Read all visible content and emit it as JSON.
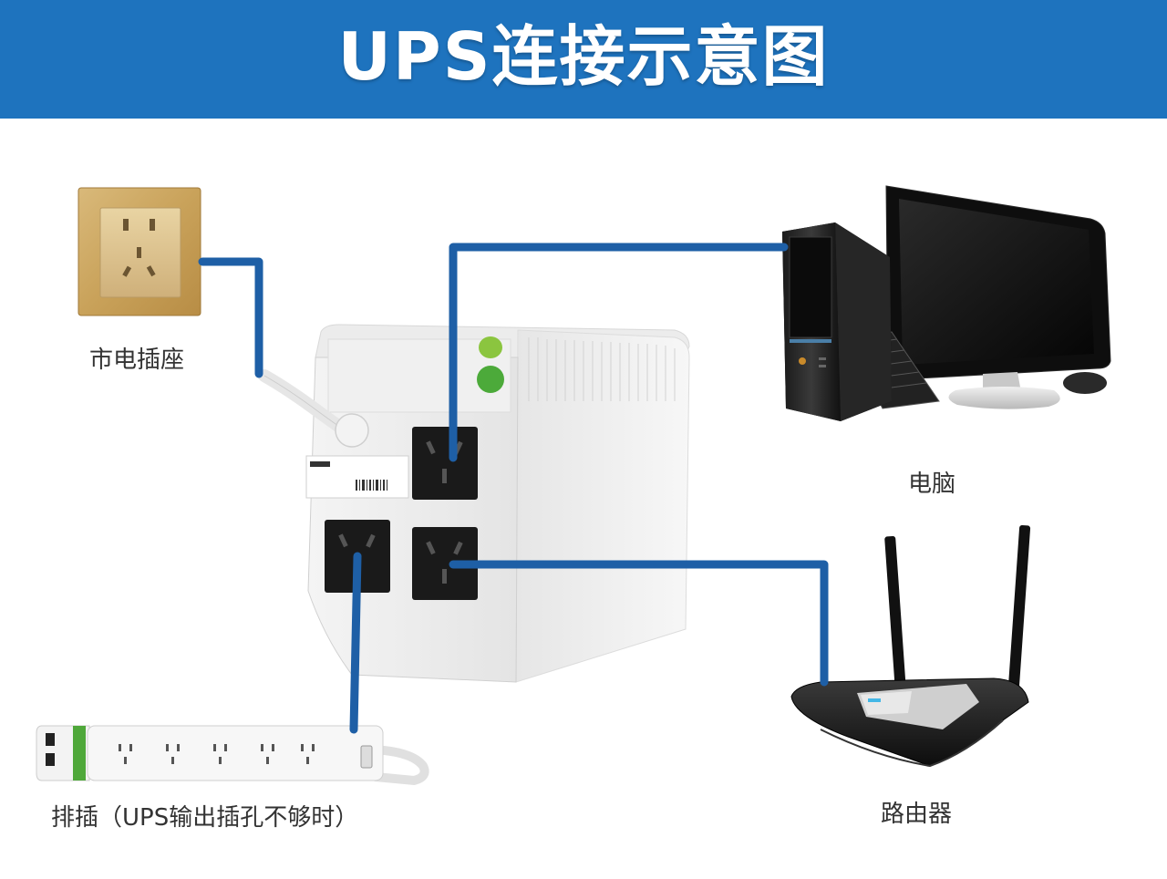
{
  "header": {
    "title": "UPS连接示意图"
  },
  "labels": {
    "wall_socket": "市电插座",
    "computer": "电脑",
    "power_strip": "排插（UPS输出插孔不够时）",
    "router": "路由器"
  },
  "colors": {
    "header_bg": "#1e73be",
    "cable": "#1e5fa6"
  }
}
